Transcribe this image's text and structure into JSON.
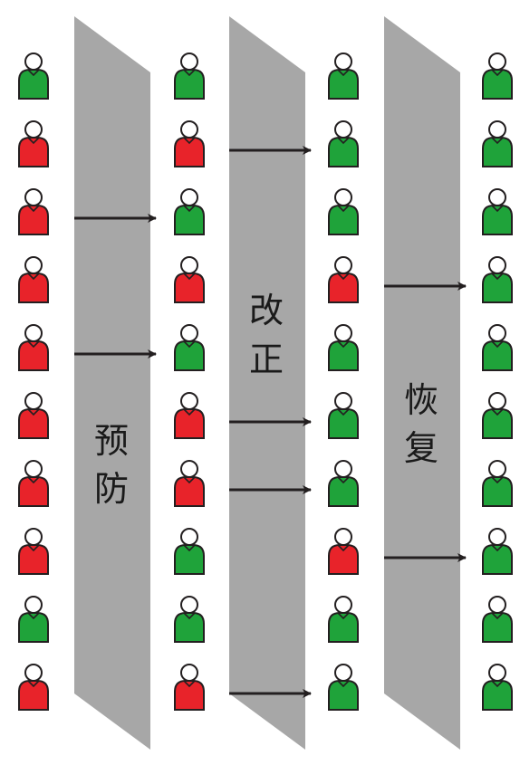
{
  "colors": {
    "green": "#1fa33a",
    "red": "#e8232a",
    "band": "#a7a7a7",
    "arrow": "#231f20",
    "outline": "#231f20"
  },
  "stages": [
    {
      "label_line1": "预",
      "label_line2": "防"
    },
    {
      "label_line1": "改",
      "label_line2": "正"
    },
    {
      "label_line1": "恢",
      "label_line2": "复"
    }
  ],
  "columns": [
    {
      "people": [
        "green",
        "red",
        "red",
        "red",
        "red",
        "red",
        "red",
        "red",
        "green",
        "red"
      ]
    },
    {
      "people": [
        "green",
        "red",
        "green",
        "red",
        "green",
        "red",
        "red",
        "green",
        "green",
        "red"
      ]
    },
    {
      "people": [
        "green",
        "green",
        "green",
        "red",
        "green",
        "green",
        "green",
        "red",
        "green",
        "green"
      ]
    },
    {
      "people": [
        "green",
        "green",
        "green",
        "green",
        "green",
        "green",
        "green",
        "green",
        "green",
        "green"
      ]
    }
  ],
  "arrows": [
    {
      "stage": 0,
      "row": 2
    },
    {
      "stage": 0,
      "row": 4
    },
    {
      "stage": 1,
      "row": 1
    },
    {
      "stage": 1,
      "row": 5
    },
    {
      "stage": 1,
      "row": 6
    },
    {
      "stage": 1,
      "row": 9
    },
    {
      "stage": 2,
      "row": 3
    },
    {
      "stage": 2,
      "row": 7
    }
  ]
}
